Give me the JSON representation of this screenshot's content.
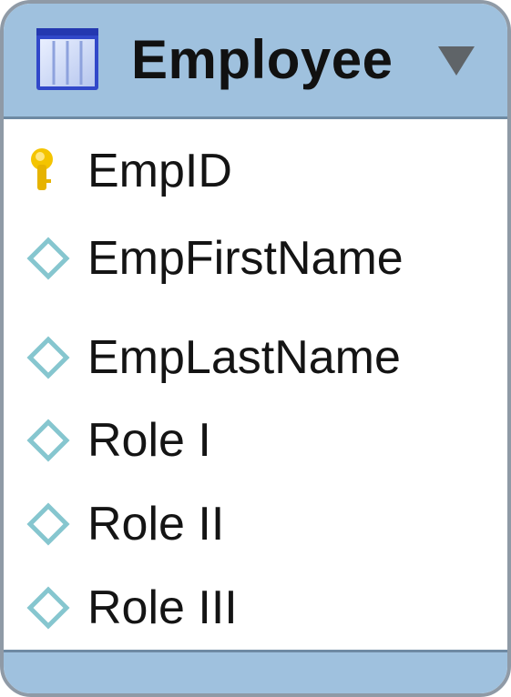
{
  "entity": {
    "title": "Employee",
    "header_icon": "table-icon",
    "collapse_icon": "triangle-down-icon",
    "colors": {
      "header": "#9fc1de",
      "border": "#8f9aa6",
      "key_icon": "#f2c200",
      "attribute_icon": "#86c6cf"
    }
  },
  "columns": [
    {
      "name": "EmpID",
      "icon": "primary-key-icon"
    },
    {
      "name": "EmpFirstName",
      "icon": "attribute-diamond-icon"
    },
    {
      "name": "EmpLastName",
      "icon": "attribute-diamond-icon"
    },
    {
      "name": "Role I",
      "icon": "attribute-diamond-icon"
    },
    {
      "name": "Role II",
      "icon": "attribute-diamond-icon"
    },
    {
      "name": "Role III",
      "icon": "attribute-diamond-icon"
    }
  ]
}
